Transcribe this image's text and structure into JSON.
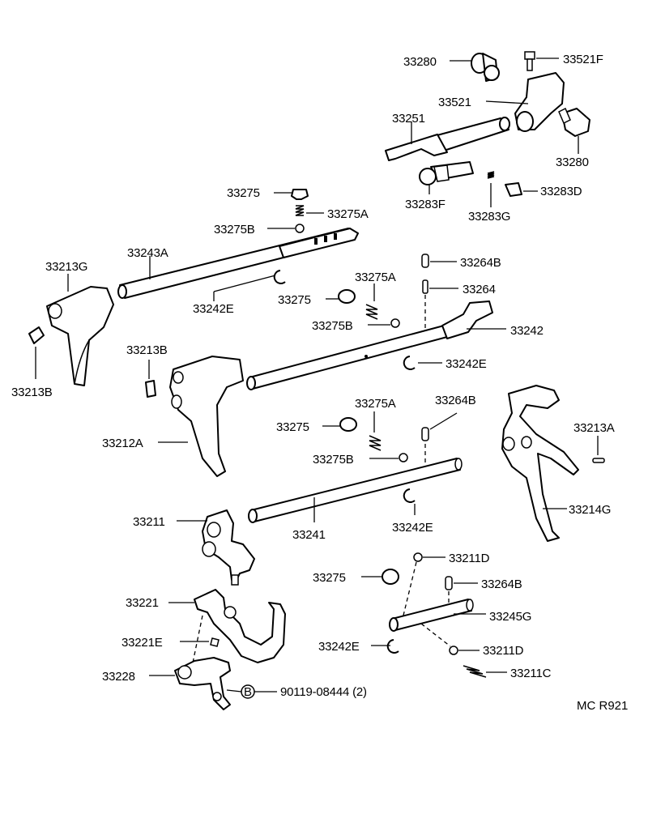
{
  "diagram_code": "MC R921",
  "bolt_marker_letter": "B",
  "labels": {
    "p33280_top": "33280",
    "p33521F": "33521F",
    "p33521": "33521",
    "p33251": "33251",
    "p33280_right": "33280",
    "p33283F": "33283F",
    "p33283G": "33283G",
    "p33283D": "33283D",
    "p33275_a": "33275",
    "p33275A_a": "33275A",
    "p33275B_a": "33275B",
    "p33243A": "33243A",
    "p33213G": "33213G",
    "p33242E_a": "33242E",
    "p33264B_a": "33264B",
    "p33264": "33264",
    "p33275A_b": "33275A",
    "p33275_b": "33275",
    "p33275B_b": "33275B",
    "p33242": "33242",
    "p33213B_l": "33213B",
    "p33213B_r": "33213B",
    "p33242E_b": "33242E",
    "p33275A_c": "33275A",
    "p33264B_b": "33264B",
    "p33275_c": "33275",
    "p33212A": "33212A",
    "p33213A": "33213A",
    "p33275B_c": "33275B",
    "p33214G": "33214G",
    "p33211": "33211",
    "p33241": "33241",
    "p33242E_c": "33242E",
    "p33211D_a": "33211D",
    "p33275_d": "33275",
    "p33264B_c": "33264B",
    "p33221": "33221",
    "p33245G": "33245G",
    "p33221E": "33221E",
    "p33242E_d": "33242E",
    "p33211D_b": "33211D",
    "p33211C": "33211C",
    "p33228": "33228",
    "p90119": "90119-08444 (2)"
  }
}
